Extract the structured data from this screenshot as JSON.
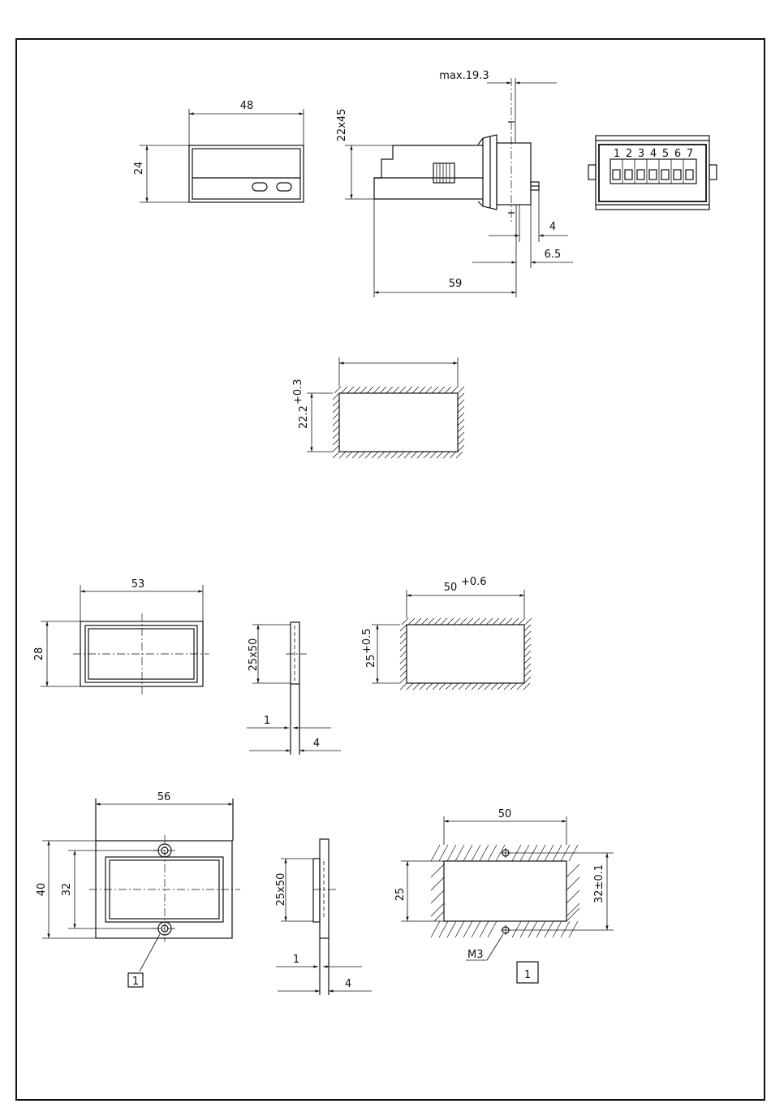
{
  "dimensions": {
    "front_width": "48",
    "front_height": "24",
    "max_depth": "max.19.3",
    "side_height": "22x45",
    "bezel_4": "4",
    "bezel_6_5": "6.5",
    "side_depth": "59",
    "pins": [
      "1",
      "2",
      "3",
      "4",
      "5",
      "6",
      "7"
    ],
    "cutout_height": "22.2",
    "cutout_height_tol": "+0.3",
    "frame1_width": "53",
    "frame1_height": "28",
    "frame1_side_height": "25x50",
    "frame1_side_1": "1",
    "frame1_side_4": "4",
    "cutout2_width": "50",
    "cutout2_width_tol": "+0.6",
    "cutout2_height": "25",
    "cutout2_height_tol": "+0.5",
    "frame2_width": "56",
    "frame2_height": "40",
    "frame2_holes": "32",
    "frame2_tag": "1",
    "frame2_side_height": "25x50",
    "frame2_side_1": "1",
    "frame2_side_4": "4",
    "cutout3_width": "50",
    "cutout3_height": "25",
    "cutout3_holes": "32±0.1",
    "screw": "M3",
    "cutout3_tag": "1"
  }
}
